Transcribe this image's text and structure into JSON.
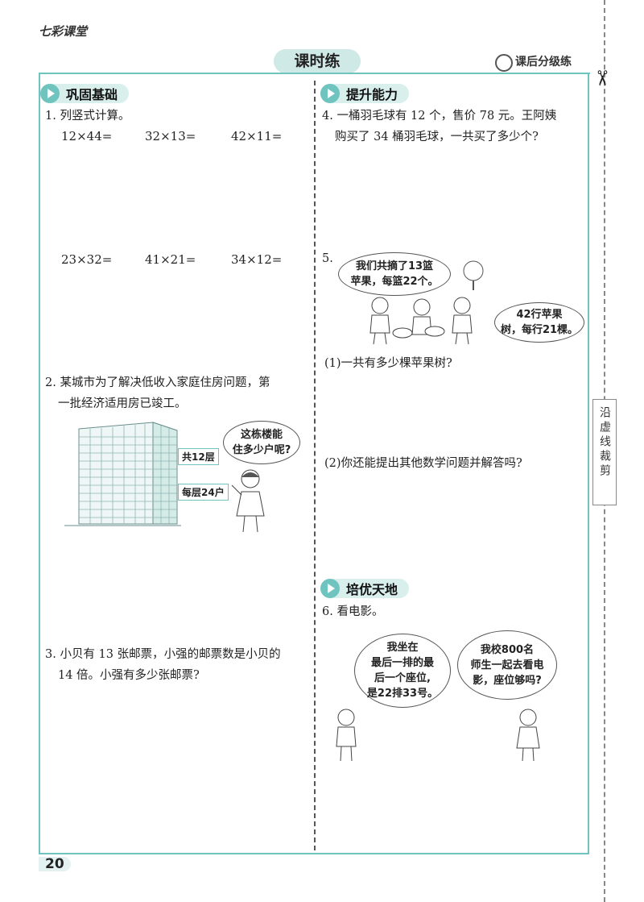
{
  "header": {
    "brand": "七彩课堂",
    "title": "课时练",
    "level": "课后分级练"
  },
  "side": {
    "cut_text": "沿虚线裁剪"
  },
  "left": {
    "section1": {
      "title": "巩固基础"
    },
    "q1": {
      "label": "1. 列竖式计算。",
      "row1": [
        "12×44=",
        "32×13=",
        "42×11="
      ],
      "row2": [
        "23×32=",
        "41×21=",
        "34×12="
      ]
    },
    "q2": {
      "line1": "2. 某城市为了解决低收入家庭住房问题，第",
      "line2": "一批经济适用房已竣工。",
      "tag_floors": "共12层",
      "tag_units": "每层24户",
      "bubble_l1": "这栋楼能",
      "bubble_l2": "住多少户呢?"
    },
    "q3": {
      "line1": "3. 小贝有 13 张邮票，小强的邮票数是小贝的",
      "line2": "14 倍。小强有多少张邮票?"
    }
  },
  "right": {
    "section2": {
      "title": "提升能力"
    },
    "q4": {
      "line1": "4. 一桶羽毛球有 12 个，售价 78 元。王阿姨",
      "line2": "购买了 34 桶羽毛球，一共买了多少个?"
    },
    "q5": {
      "label": "5.",
      "bubble1_l1": "我们共摘了13篮",
      "bubble1_l2": "苹果，每篮22个。",
      "bubble2_l1": "42行苹果",
      "bubble2_l2": "树，每行21棵。",
      "sub1": "(1)一共有多少棵苹果树?",
      "sub2": "(2)你还能提出其他数学问题并解答吗?"
    },
    "section3": {
      "title": "培优天地"
    },
    "q6": {
      "label": "6. 看电影。",
      "bubble1": [
        "我坐在",
        "最后一排的最",
        "后一个座位,",
        "是22排33号。"
      ],
      "bubble2": [
        "我校800名",
        "师生一起去看电",
        "影，座位够吗?"
      ]
    }
  },
  "footer": {
    "page": "20"
  }
}
